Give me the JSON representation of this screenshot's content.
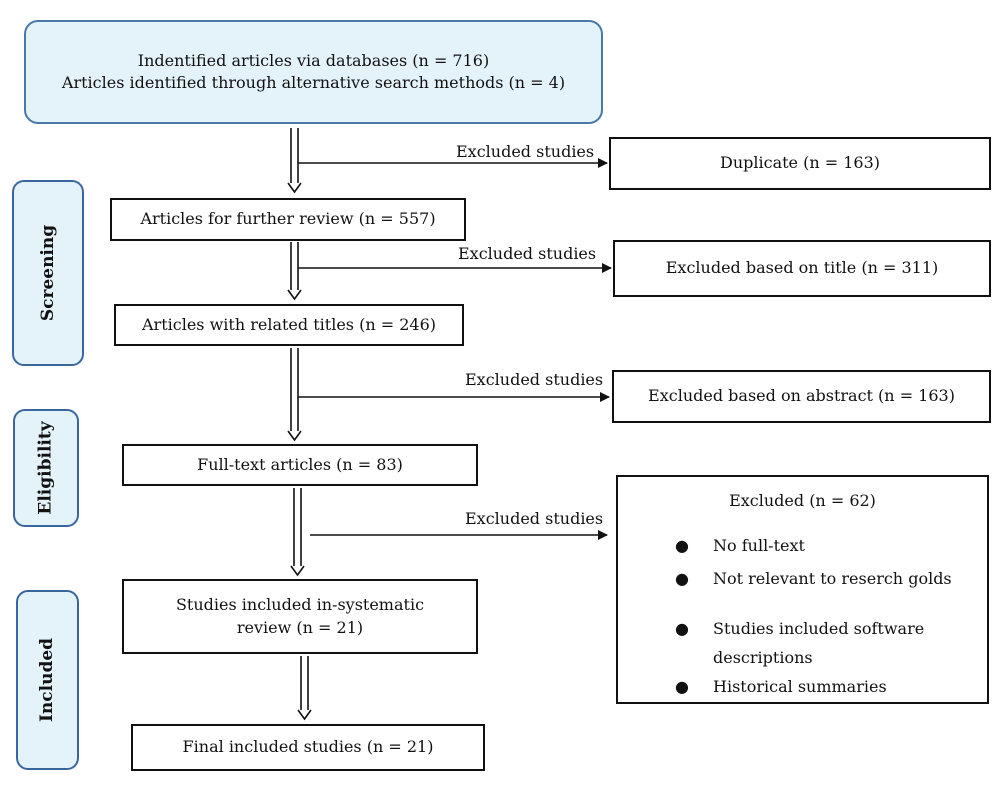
{
  "top": {
    "line1": "Indentified articles via databases (n = 716)",
    "line2": "Articles identified through alternative search methods (n = 4)"
  },
  "stages": {
    "screening": "Screening",
    "eligibility": "Eligibility",
    "included": "Included"
  },
  "flow": {
    "further_review": "Articles for further review (n = 557)",
    "related_titles": "Articles with related titles (n = 246)",
    "full_text": "Full-text articles (n = 83)",
    "included_line1": "Studies included in-systematic",
    "included_line2": "review (n = 21)",
    "final": "Final included studies (n = 21)"
  },
  "excluded_label": "Excluded studies",
  "exclusions": {
    "duplicate": "Duplicate (n = 163)",
    "title": "Excluded based on title (n = 311)",
    "abstract": "Excluded based on abstract (n = 163)",
    "full_text_title": "Excluded (n = 62)",
    "reasons": [
      "No full-text",
      "Not relevant to reserch golds",
      "Studies included software",
      "descriptions",
      "Historical summaries"
    ]
  },
  "colors": {
    "stage_fill": "#e4f2fa",
    "stage_border": "#3a66a0",
    "line": "#111111"
  }
}
